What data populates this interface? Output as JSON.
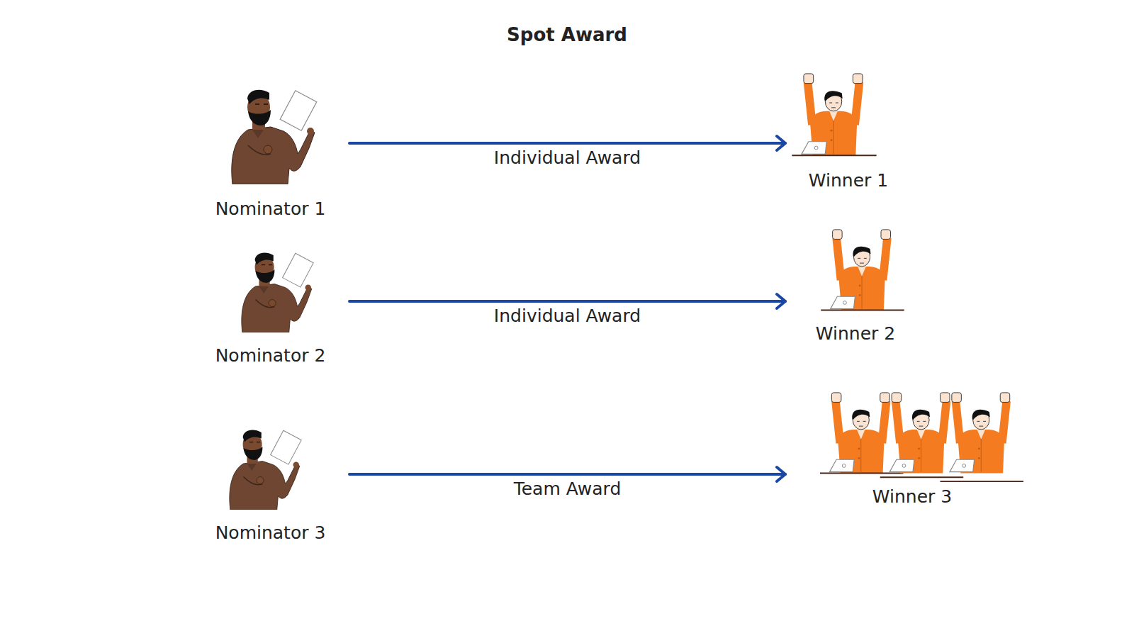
{
  "diagram": {
    "title": "Spot Award",
    "nodes": [
      {
        "text": [
          "Nominator 1"
        ]
      },
      {
        "text": [
          "Winner 1"
        ]
      },
      {
        "text": [
          "Nominator 2"
        ]
      },
      {
        "text": [
          "Winner 2"
        ]
      },
      {
        "text": [
          "Nominator 3"
        ]
      },
      {
        "text": [
          "Winner 3"
        ]
      }
    ],
    "edges": [
      {
        "from": 0,
        "to": 1,
        "label": "Individual Award",
        "arrow": "to"
      },
      {
        "from": 2,
        "to": 3,
        "label": "Individual Award",
        "arrow": "to"
      },
      {
        "from": 4,
        "to": 5,
        "label": "Team Award",
        "arrow": "to"
      }
    ]
  }
}
